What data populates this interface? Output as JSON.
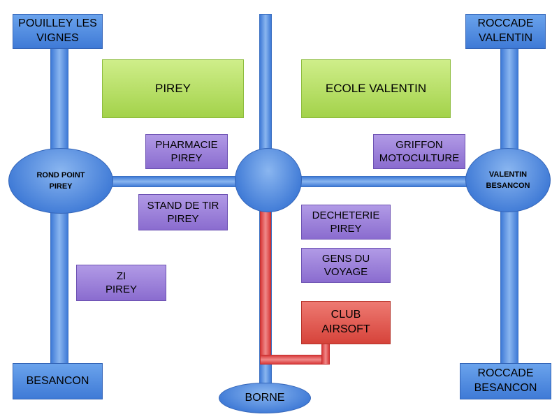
{
  "places": {
    "pouilley": "POUILLEY LES\nVIGNES",
    "roccade_valentin": "ROCCADE\nVALENTIN",
    "besancon": "BESANCON",
    "roccade_besancon": "ROCCADE\nBESANCON",
    "pirey": "PIREY",
    "ecole_valentin": "ECOLE VALENTIN",
    "pharmacie": "PHARMACIE\nPIREY",
    "griffon": "GRIFFON\nMOTOCULTURE",
    "stand_de_tir": "STAND DE TIR\nPIREY",
    "decheterie": "DECHETERIE\nPIREY",
    "gens_du_voyage": "GENS DU\nVOYAGE",
    "zi_pirey": "ZI\nPIREY",
    "club_airsoft": "CLUB\nAIRSOFT",
    "rond_point_pirey": "ROND POINT\nPIREY",
    "valentin_besancon": "VALENTIN\nBESANCON",
    "borne": "BORNE"
  },
  "colors": {
    "road": "#3f7ad6",
    "route_highlight": "#d93a3a",
    "landmark": "#a3d24a",
    "poi": "#8a6ccf",
    "destination": "#d6433a"
  }
}
